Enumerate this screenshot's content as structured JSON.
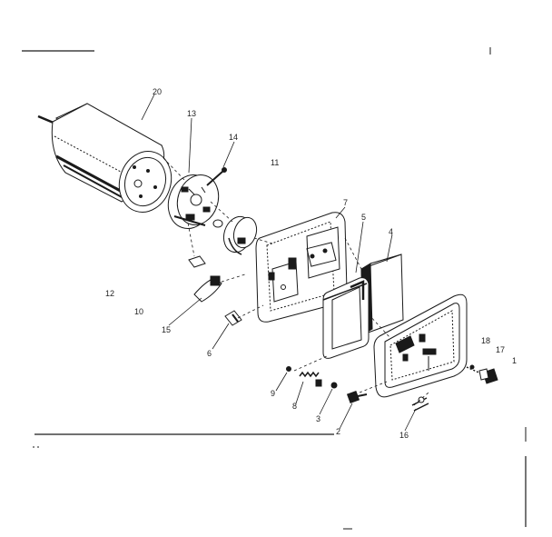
{
  "part_labels": {
    "p20": "20",
    "p13": "13",
    "p14": "14",
    "p11": "11",
    "p7": "7",
    "p5": "5",
    "p4": "4",
    "p12": "12",
    "p10": "10",
    "p15": "15",
    "p6": "6",
    "p9": "9",
    "p8": "8",
    "p3": "3",
    "p2": "2",
    "p16": "16",
    "p1": "1",
    "p18": "18",
    "p17": "17"
  },
  "colors": {
    "ink": "#1a1a1a",
    "paper": "#ffffff"
  }
}
